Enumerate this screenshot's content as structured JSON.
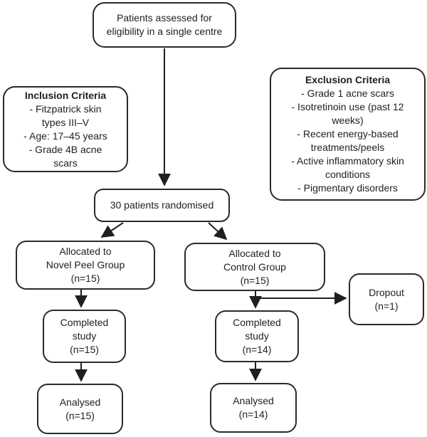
{
  "diagram": {
    "type": "flowchart",
    "colors": {
      "border": "#2a2a2a",
      "background": "#ffffff",
      "text": "#1f1f1f",
      "arrow": "#1f1f1f"
    },
    "nodes": {
      "eligibility": {
        "text": "Patients assessed for\neligibility in a single centre"
      },
      "inclusion": {
        "title": "Inclusion Criteria",
        "items": "- Fitzpatrick skin\ntypes III–V\n- Age: 17–45 years\n- Grade 4B acne\nscars"
      },
      "exclusion": {
        "title": "Exclusion Criteria",
        "items": "- Grade 1 acne scars\n- Isotretinoin use (past 12\nweeks)\n- Recent energy-based\ntreatments/peels\n- Active inflammatory skin\nconditions\n- Pigmentary disorders"
      },
      "randomised": {
        "text": "30 patients randomised"
      },
      "novel_group": {
        "text": "Allocated to\nNovel Peel Group\n(n=15)"
      },
      "control_group": {
        "text": "Allocated to\nControl Group\n(n=15)"
      },
      "dropout": {
        "text": "Dropout\n(n=1)"
      },
      "completed_novel": {
        "text": "Completed\nstudy\n(n=15)"
      },
      "completed_control": {
        "text": "Completed\nstudy\n(n=14)"
      },
      "analysed_novel": {
        "text": "Analysed\n(n=15)"
      },
      "analysed_control": {
        "text": "Analysed\n(n=14)"
      }
    },
    "edges": [
      {
        "from": "eligibility",
        "to": "randomised"
      },
      {
        "from": "randomised",
        "to": "novel_group"
      },
      {
        "from": "randomised",
        "to": "control_group"
      },
      {
        "from": "novel_group",
        "to": "completed_novel"
      },
      {
        "from": "control_group",
        "to": "completed_control"
      },
      {
        "from": "control_group",
        "to": "dropout"
      },
      {
        "from": "completed_novel",
        "to": "analysed_novel"
      },
      {
        "from": "completed_control",
        "to": "analysed_control"
      }
    ]
  }
}
